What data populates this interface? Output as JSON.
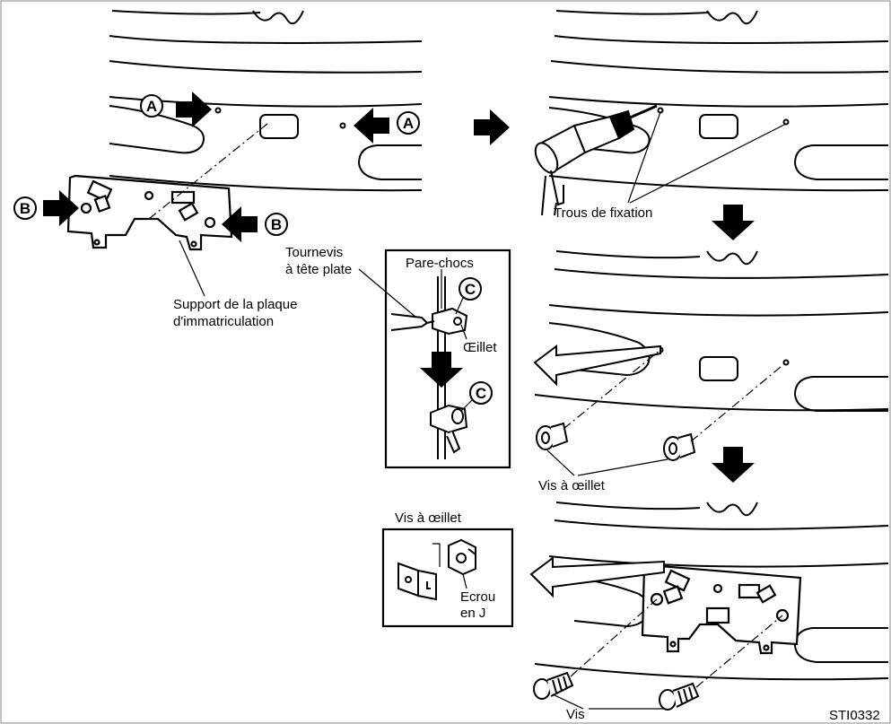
{
  "labels": {
    "A": "A",
    "B": "B",
    "C": "C",
    "trous": "Trous de fixation",
    "tournevis_1": "Tournevis",
    "tournevis_2": "à tête plate",
    "parechocs": "Pare-chocs",
    "oeillet": "Œillet",
    "support_1": "Support de la plaque",
    "support_2": "d'immatriculation",
    "vis_oeillet": "Vis à œillet",
    "vis_oeillet_box": "Vis à œillet",
    "ecrou_1": "Ecrou",
    "ecrou_2": "en J",
    "vis": "Vis",
    "code": "STI0332"
  }
}
